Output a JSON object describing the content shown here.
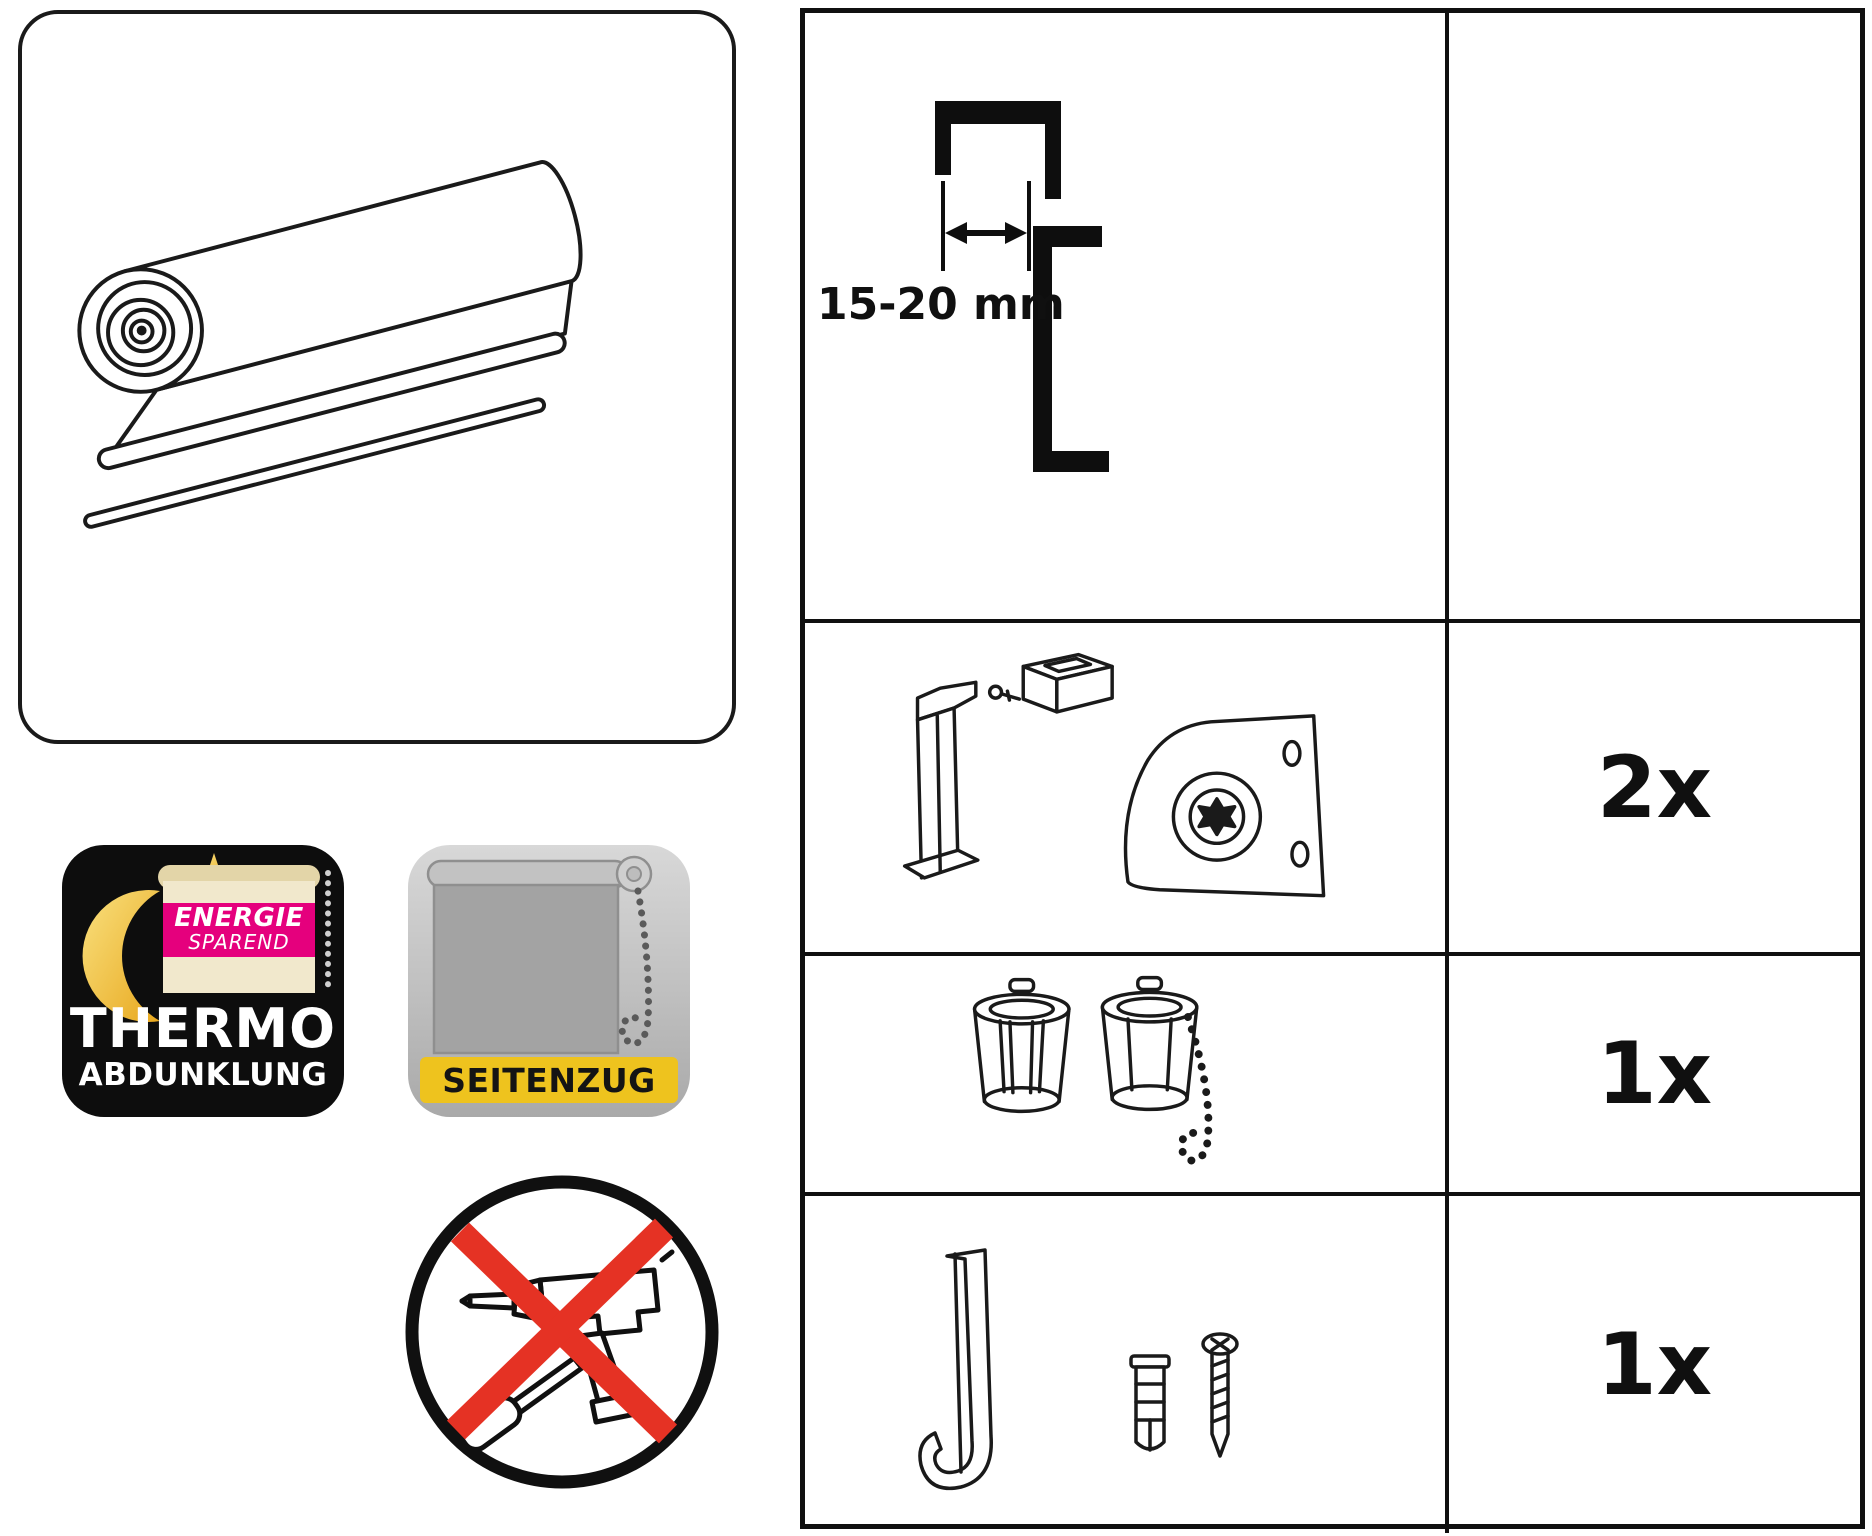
{
  "badges": {
    "thermo": {
      "title": "THERMO",
      "subtitle": "ABDUNKLUNG",
      "energy_label": {
        "line1": "ENERGIE",
        "line2": "SPAREND"
      }
    },
    "seitenzug": {
      "label": "SEITENZUG"
    }
  },
  "parts_table": {
    "measurement": "15-20 mm",
    "rows": [
      {
        "item": "window-frame-clamp-profile-diagram",
        "count": ""
      },
      {
        "item": "clamp-mounting-brackets",
        "count": "2x"
      },
      {
        "item": "chain-side-pull-adapters",
        "count": "1x"
      },
      {
        "item": "wall-hook-plug-and-screw",
        "count": "1x"
      }
    ]
  },
  "icons": [
    "roller-blind-illustration",
    "crescent-moon-icon",
    "sparkle-stars-icon",
    "mini-roller-blind-icon",
    "side-chain-blind-icon",
    "no-drilling-icon",
    "drill-icon",
    "screwdriver-icon",
    "red-cross-icon",
    "bead-chain-icon"
  ],
  "colors": {
    "line": "#1a1a1a",
    "energy_band_pink": "#e5007d",
    "gold": "#f2c534",
    "seitenzug_yellow": "#eec31e",
    "prohibition_red": "#e53224",
    "badge_gray": "#c6c6c6",
    "badge_black": "#0d0d0d"
  }
}
